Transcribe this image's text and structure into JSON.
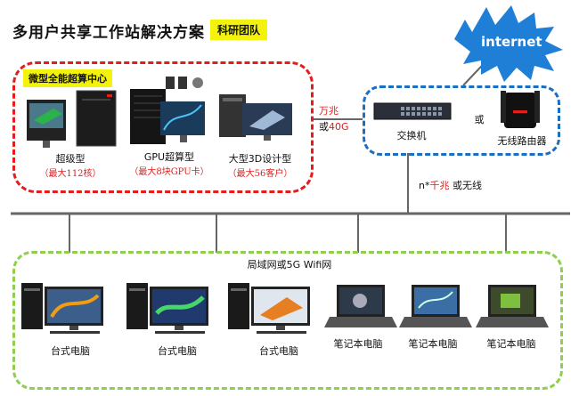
{
  "header": {
    "title": "多用户共享工作站解决方案",
    "badge": "科研团队"
  },
  "internet": {
    "label": "internet",
    "cloud_color": "#1f7fd6"
  },
  "server_group": {
    "title": "微型全能超算中心",
    "servers": [
      {
        "name": "超级型",
        "spec": "（最大112核）"
      },
      {
        "name": "GPU超算型",
        "spec": "（最大8块GPU卡）"
      },
      {
        "name": "大型3D设计型",
        "spec": "（最大56客户）"
      }
    ]
  },
  "uplink": {
    "speed_a": "万兆",
    "joiner": "或",
    "speed_b": "40G"
  },
  "network": {
    "switch_label": "交换机",
    "or_label": "或",
    "router_label": "无线路由器"
  },
  "downlink": {
    "prefix": "n*",
    "speed": "千兆",
    "suffix": " 或无线"
  },
  "lan": {
    "title": "局域网或5G Wifi网",
    "clients": [
      {
        "label": "台式电脑",
        "kind": "desktop"
      },
      {
        "label": "台式电脑",
        "kind": "desktop"
      },
      {
        "label": "台式电脑",
        "kind": "desktop"
      },
      {
        "label": "笔记本电脑",
        "kind": "laptop"
      },
      {
        "label": "笔记本电脑",
        "kind": "laptop"
      },
      {
        "label": "笔记本电脑",
        "kind": "laptop"
      }
    ]
  },
  "colors": {
    "server_border": "#e31c1c",
    "network_border": "#1a6fc0",
    "lan_border": "#8fcf4c",
    "highlight": "#f2f20a"
  }
}
